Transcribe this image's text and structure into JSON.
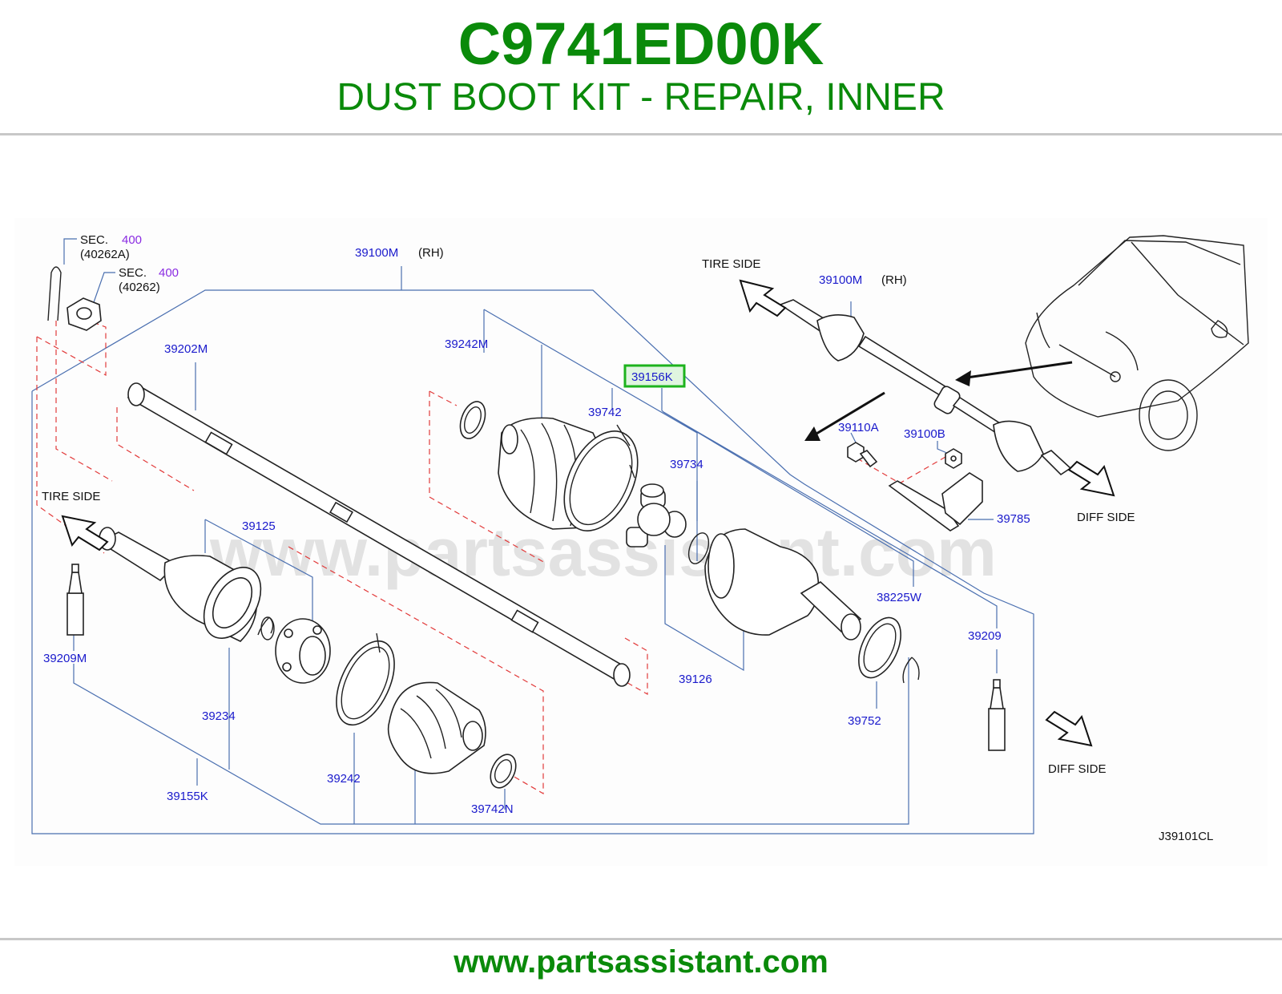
{
  "header": {
    "part_code": "C9741ED00K",
    "description": "DUST BOOT KIT - REPAIR, INNER"
  },
  "footer": {
    "url": "www.partsassistant.com"
  },
  "watermark": "www.partsassistant.com",
  "colors": {
    "brand_green": "#0a8a0a",
    "callout_blue": "#1a1acc",
    "leader_blue": "#4a6fb0",
    "dash_red": "#e23a3a",
    "highlight_box": "#1db31d"
  },
  "diagram": {
    "drawing_code": "J39101CL",
    "directions": {
      "tire_side": "TIRE   SIDE",
      "diff_side": "DIFF   SIDE"
    },
    "sec_refs": [
      {
        "sec": "SEC.",
        "num": "400",
        "ref": "(40262A)"
      },
      {
        "sec": "SEC.",
        "num": "400",
        "ref": "(40262)"
      }
    ],
    "rh": "(RH)",
    "highlighted": "39156K",
    "callouts": {
      "c39100M_a": "39100M",
      "c39202M": "39202M",
      "c39242M": "39242M",
      "c39742": "39742",
      "c39734": "39734",
      "c39125": "39125",
      "c39209M": "39209M",
      "c39234": "39234",
      "c39242": "39242",
      "c39155K": "39155K",
      "c39742N": "39742N",
      "c39126": "39126",
      "c38225W": "38225W",
      "c39752": "39752",
      "c39209": "39209",
      "c39100M_b": "39100M",
      "c39110A": "39110A",
      "c39100B": "39100B",
      "c39785": "39785"
    }
  }
}
